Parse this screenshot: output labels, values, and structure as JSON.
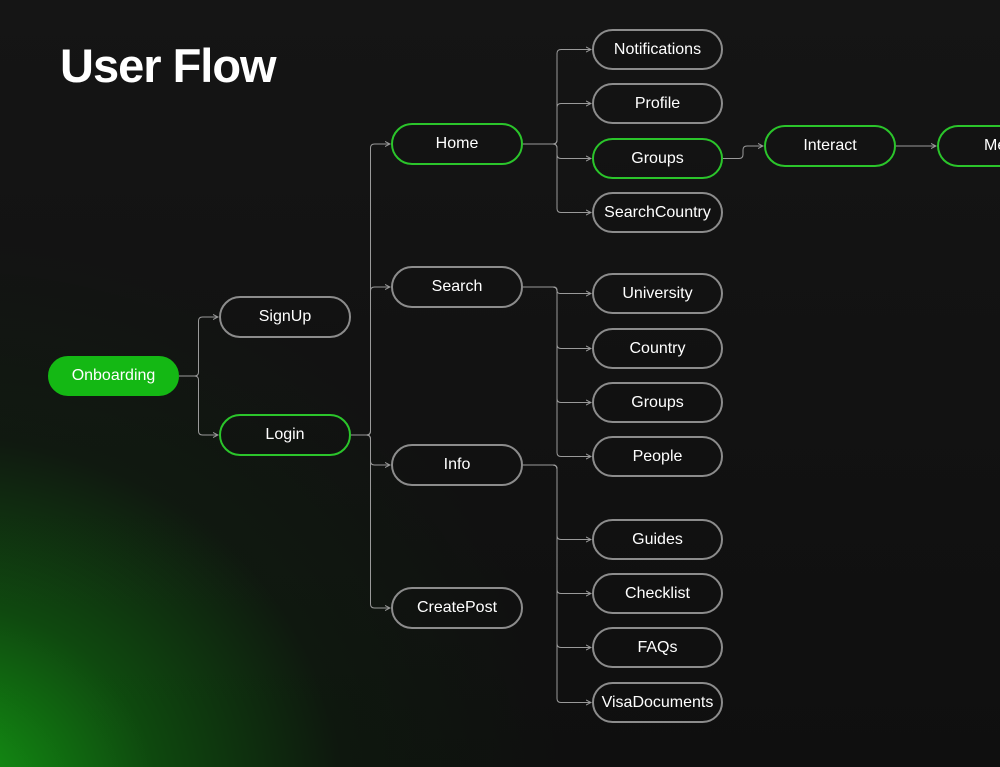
{
  "title": "User Flow",
  "colors": {
    "accent": "#14b814",
    "active_border": "#2bc52b",
    "default_border": "#8c8c8c",
    "connector": "#9a9a9a"
  },
  "nodes": {
    "onboarding": "Onboarding",
    "signup": "SignUp",
    "login": "Login",
    "home": "Home",
    "search": "Search",
    "info": "Info",
    "createpost": "CreatePost",
    "notifications": "Notifications",
    "profile": "Profile",
    "home_groups": "Groups",
    "searchcountry": "SearchCountry",
    "interact": "Interact",
    "me": "Me",
    "university": "University",
    "country": "Country",
    "search_groups": "Groups",
    "people": "People",
    "guides": "Guides",
    "checklist": "Checklist",
    "faqs": "FAQs",
    "visadocuments": "VisaDocuments"
  },
  "edges": [
    [
      "onboarding",
      "signup"
    ],
    [
      "onboarding",
      "login"
    ],
    [
      "login",
      "home"
    ],
    [
      "login",
      "search"
    ],
    [
      "login",
      "info"
    ],
    [
      "login",
      "createpost"
    ],
    [
      "home",
      "notifications"
    ],
    [
      "home",
      "profile"
    ],
    [
      "home",
      "home_groups"
    ],
    [
      "home",
      "searchcountry"
    ],
    [
      "home_groups",
      "interact"
    ],
    [
      "interact",
      "me"
    ],
    [
      "search",
      "university"
    ],
    [
      "search",
      "country"
    ],
    [
      "search",
      "search_groups"
    ],
    [
      "search",
      "people"
    ],
    [
      "info",
      "guides"
    ],
    [
      "info",
      "checklist"
    ],
    [
      "info",
      "faqs"
    ],
    [
      "info",
      "visadocuments"
    ]
  ]
}
